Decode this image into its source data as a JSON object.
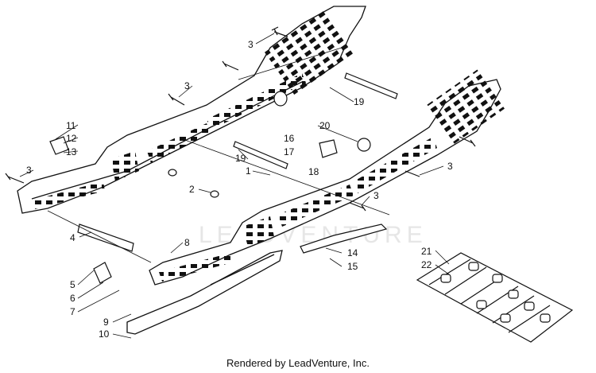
{
  "diagram": {
    "watermark": "LEADVENTURE",
    "callouts": [
      {
        "id": "c3a",
        "text": "3"
      },
      {
        "id": "c3b",
        "text": "3"
      },
      {
        "id": "c3c",
        "text": "3"
      },
      {
        "id": "c3d",
        "text": "3"
      },
      {
        "id": "c3e",
        "text": "3"
      },
      {
        "id": "c11",
        "text": "11"
      },
      {
        "id": "c12",
        "text": "12"
      },
      {
        "id": "c13",
        "text": "13"
      },
      {
        "id": "c19a",
        "text": "19"
      },
      {
        "id": "c19b",
        "text": "19"
      },
      {
        "id": "c20",
        "text": "20"
      },
      {
        "id": "c16",
        "text": "16"
      },
      {
        "id": "c17",
        "text": "17"
      },
      {
        "id": "c18",
        "text": "18"
      },
      {
        "id": "c1",
        "text": "1"
      },
      {
        "id": "c2",
        "text": "2"
      },
      {
        "id": "c4",
        "text": "4"
      },
      {
        "id": "c8",
        "text": "8"
      },
      {
        "id": "c5",
        "text": "5"
      },
      {
        "id": "c6",
        "text": "6"
      },
      {
        "id": "c7",
        "text": "7"
      },
      {
        "id": "c9",
        "text": "9"
      },
      {
        "id": "c10",
        "text": "10"
      },
      {
        "id": "c14",
        "text": "14"
      },
      {
        "id": "c15",
        "text": "15"
      },
      {
        "id": "c21",
        "text": "21"
      },
      {
        "id": "c22",
        "text": "22"
      }
    ]
  },
  "footer": {
    "text": "Rendered by LeadVenture, Inc."
  }
}
